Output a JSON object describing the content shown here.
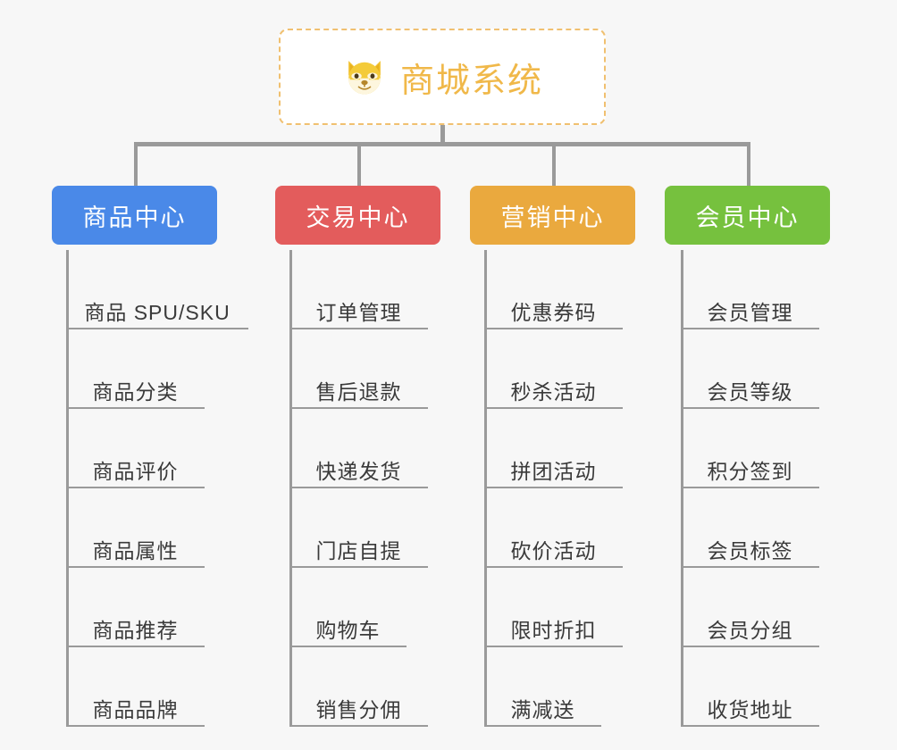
{
  "background_color": "#f7f7f7",
  "root": {
    "title": "商城系统",
    "icon": "shiba-dog-icon",
    "text_color": "#f0b849",
    "border_color": "#f0c070",
    "background": "#ffffff"
  },
  "connector_color": "#9a9a9a",
  "columns": [
    {
      "title": "商品中心",
      "color": "#4a89e8",
      "items": [
        "商品 SPU/SKU",
        "商品分类",
        "商品评价",
        "商品属性",
        "商品推荐",
        "商品品牌"
      ]
    },
    {
      "title": "交易中心",
      "color": "#e35c5c",
      "items": [
        "订单管理",
        "售后退款",
        "快递发货",
        "门店自提",
        "购物车",
        "销售分佣"
      ]
    },
    {
      "title": "营销中心",
      "color": "#eaa93e",
      "items": [
        "优惠券码",
        "秒杀活动",
        "拼团活动",
        "砍价活动",
        "限时折扣",
        "满减送"
      ]
    },
    {
      "title": "会员中心",
      "color": "#76c13e",
      "items": [
        "会员管理",
        "会员等级",
        "积分签到",
        "会员标签",
        "会员分组",
        "收货地址"
      ]
    }
  ]
}
